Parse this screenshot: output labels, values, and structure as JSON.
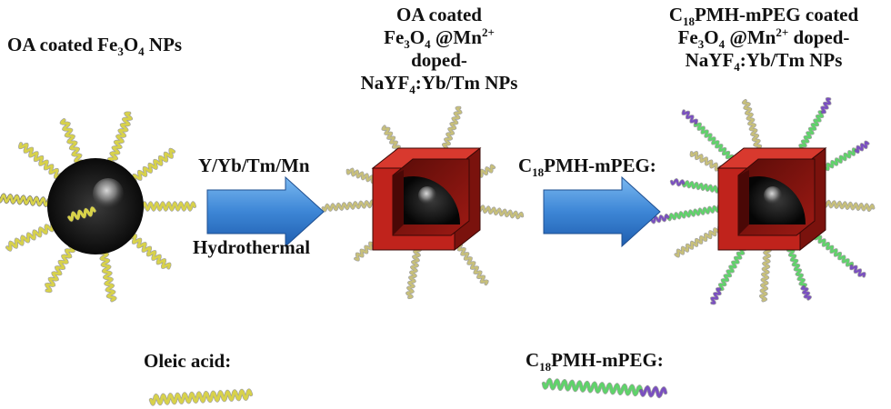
{
  "labels": {
    "stage1": {
      "line1": {
        "a": "OA coated Fe",
        "s1": "3",
        "b": "O",
        "s2": "4",
        "c": " NPs"
      }
    },
    "stage2": {
      "line1": "OA coated",
      "line2": {
        "a": "Fe",
        "s1": "3",
        "b": "O",
        "s2": "4",
        "c": " @Mn",
        "sup": "2+"
      },
      "line3": "doped-",
      "line4": {
        "a": "NaYF",
        "s1": "4",
        "b": ":Yb/Tm  NPs"
      }
    },
    "stage3": {
      "line1": {
        "a": "C",
        "s1": "18",
        "b": "PMH-mPEG coated"
      },
      "line2": {
        "a": "Fe",
        "s1": "3",
        "b": "O",
        "s2": "4",
        "c": " @Mn",
        "sup": "2+",
        "d": " doped-"
      },
      "line3": {
        "a": "NaYF",
        "s1": "4",
        "b": ":Yb/Tm  NPs"
      }
    },
    "arrow1": {
      "top": "Y/Yb/Tm/Mn",
      "bottom": "Hydrothermal"
    },
    "arrow2": {
      "a": "C",
      "s1": "18",
      "b": "PMH-mPEG:"
    },
    "legend": {
      "oleic": "Oleic acid:",
      "peg": {
        "a": "C",
        "s1": "18",
        "b": "PMH-mPEG:"
      }
    }
  },
  "colors": {
    "oleic_acid": "#d8d24a",
    "peg_green": "#5fd36a",
    "peg_purple": "#7a4fc0",
    "oa_on_cube": "#c8c07a",
    "cube_red": "#c0231c",
    "sphere": "#1a1a1a",
    "arrow_blue": "#3d86d6"
  }
}
